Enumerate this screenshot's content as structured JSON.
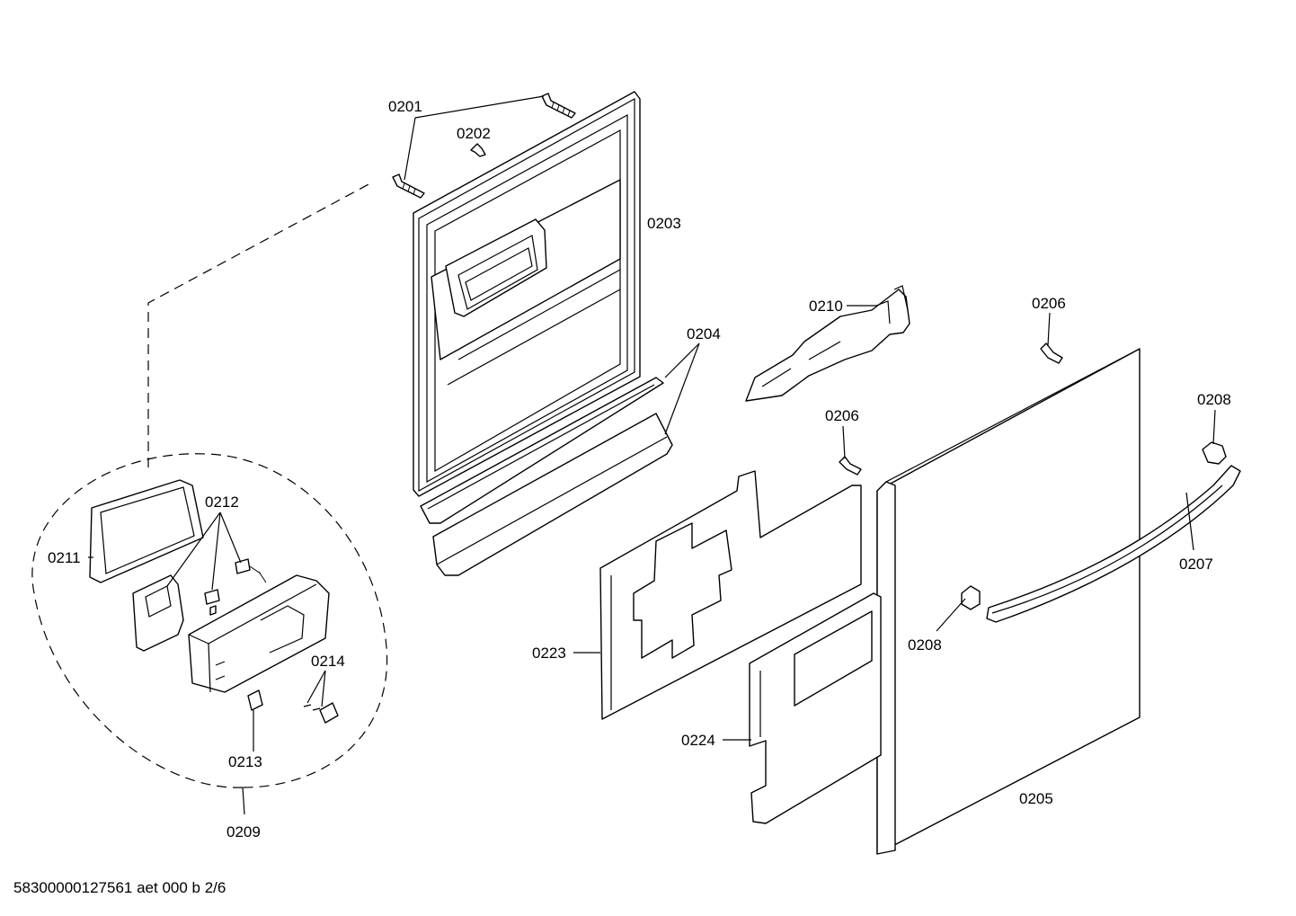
{
  "callouts": {
    "p0201": "0201",
    "p0202": "0202",
    "p0203": "0203",
    "p0204": "0204",
    "p0205": "0205",
    "p0206a": "0206",
    "p0206b": "0206",
    "p0207": "0207",
    "p0208a": "0208",
    "p0208b": "0208",
    "p0209": "0209",
    "p0210": "0210",
    "p0211": "0211",
    "p0212": "0212",
    "p0213": "0213",
    "p0214": "0214",
    "p0223": "0223",
    "p0224": "0224"
  },
  "footer": {
    "doc_code": "58300000127561 aet 000 b 2/6"
  }
}
